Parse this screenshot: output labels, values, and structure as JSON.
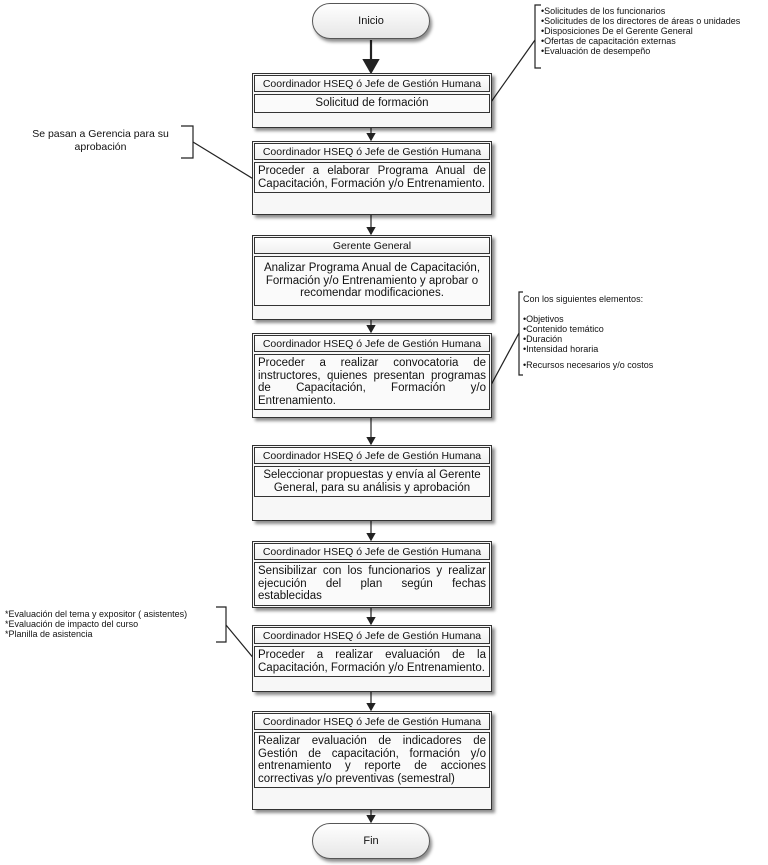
{
  "start": "Inicio",
  "end": "Fin",
  "steps": [
    {
      "role": "Coordinador HSEQ ó Jefe de Gestión Humana",
      "action": "Solicitud de formación"
    },
    {
      "role": "Coordinador HSEQ ó Jefe de Gestión Humana",
      "action": "Proceder a elaborar Programa Anual de Capacitación, Formación y/o Entrenamiento."
    },
    {
      "role": "Gerente General",
      "action": "Analizar Programa Anual de Capacitación, Formación y/o Entrenamiento y aprobar o recomendar modificaciones."
    },
    {
      "role": "Coordinador HSEQ ó Jefe de Gestión Humana",
      "action": "Proceder a realizar convocatoria de instructores, quienes presentan programas de Capacitación, Formación y/o Entrenamiento."
    },
    {
      "role": "Coordinador HSEQ ó Jefe de Gestión Humana",
      "action": "Seleccionar propuestas y envía al Gerente General, para su análisis y aprobación"
    },
    {
      "role": "Coordinador HSEQ ó Jefe de Gestión Humana",
      "action": "Sensibilizar con los funcionarios y realizar ejecución del plan según fechas establecidas"
    },
    {
      "role": "Coordinador HSEQ ó Jefe de Gestión Humana",
      "action": "Proceder a realizar evaluación de la Capacitación, Formación y/o Entrenamiento."
    },
    {
      "role": "Coordinador HSEQ ó Jefe de Gestión Humana",
      "action": "Realizar evaluación de indicadores de Gestión de capacitación, formación y/o entrenamiento y reporte de acciones correctivas y/o preventivas (semestral)"
    }
  ],
  "annotations": {
    "sources": [
      "•Solicitudes de los funcionarios",
      "•Solicitudes de los directores de áreas o unidades",
      "•Disposiciones De el Gerente General",
      "•Ofertas de capacitación externas",
      "•Evaluación de desempeño"
    ],
    "gerencia": "Se pasan a Gerencia para su aprobación",
    "elements_title": "Con los siguientes elementos:",
    "elements": [
      "•Objetivos",
      "•Contenido temático",
      "•Duración",
      "•Intensidad horaria",
      "•Recursos necesarios y/o costos"
    ],
    "evaluation": [
      "*Evaluación del tema y expositor ( asistentes)",
      "*Evaluación de impacto del curso",
      "*Planilla de asistencia"
    ]
  }
}
